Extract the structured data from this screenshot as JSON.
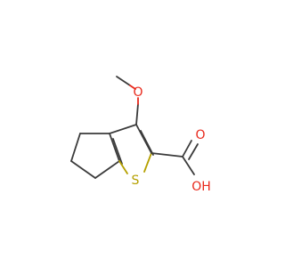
{
  "molecule": {
    "labels": {
      "methoxy_oxygen": "O",
      "carbonyl_oxygen": "O",
      "hydroxyl": "OH",
      "sulfur": "S"
    },
    "colors": {
      "bond": "#3b3b3b",
      "oxygen": "#e8291c",
      "sulfur": "#b5a000"
    }
  }
}
